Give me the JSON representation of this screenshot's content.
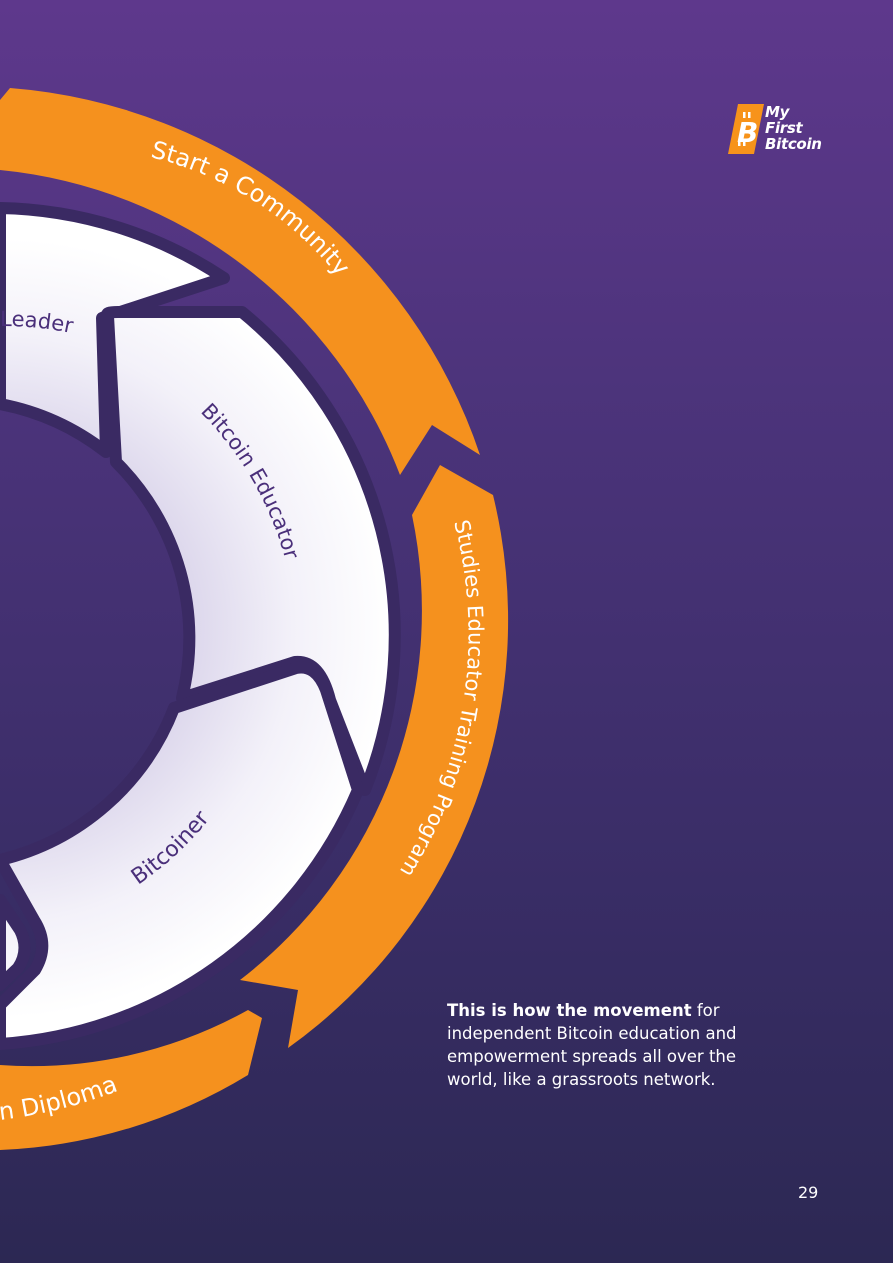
{
  "logo": {
    "line1": "My",
    "line2": "First",
    "line3": "Bitcoin",
    "icon": "bitcoin-b-icon",
    "color": "#f7931a"
  },
  "diagram": {
    "outer_ring": [
      {
        "label": "Start a Community"
      },
      {
        "label": "Studies Educator Training Program"
      },
      {
        "label": "n Diploma"
      }
    ],
    "inner_ring": [
      {
        "label": "Leader"
      },
      {
        "label": "Bitcoin Educator"
      },
      {
        "label": "Bitcoiner"
      }
    ],
    "colors": {
      "orange": "#f5911e",
      "segment_light": "#ffffff",
      "segment_shade": "#ddd8ec",
      "label_purple": "#4a2f7a",
      "outline_dark": "#3a2a63"
    }
  },
  "caption": {
    "bold": "This is how the movement",
    "rest": " for independent Bitcoin education and empowerment spreads all over the world, like a grassroots network."
  },
  "page_number": "29"
}
